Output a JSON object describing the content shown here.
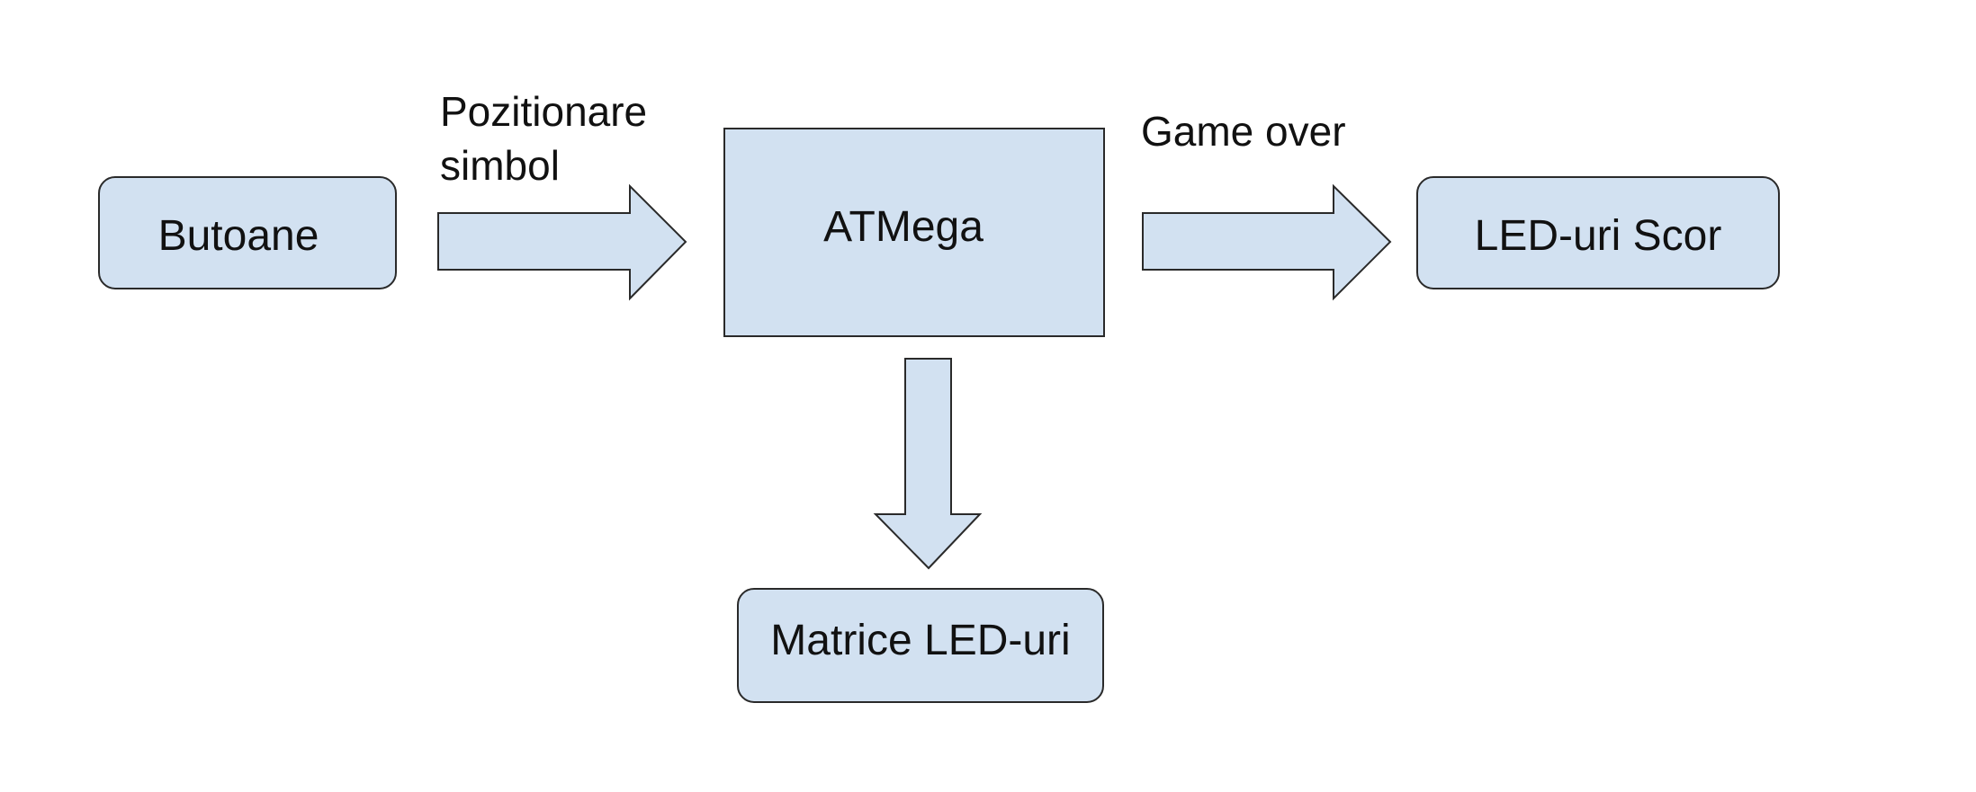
{
  "colors": {
    "fill": "#d2e1f1",
    "stroke": "#2a2a2a",
    "background": "#ffffff",
    "text": "#111111"
  },
  "nodes": {
    "buttons": "Butoane",
    "mcu": "ATMega",
    "score_leds": "LED-uri Scor",
    "led_matrix": "Matrice LED-uri"
  },
  "edges": {
    "buttons_to_mcu": {
      "label_line1": "Pozitionare",
      "label_line2": "simbol"
    },
    "mcu_to_score": {
      "label": "Game over"
    }
  }
}
